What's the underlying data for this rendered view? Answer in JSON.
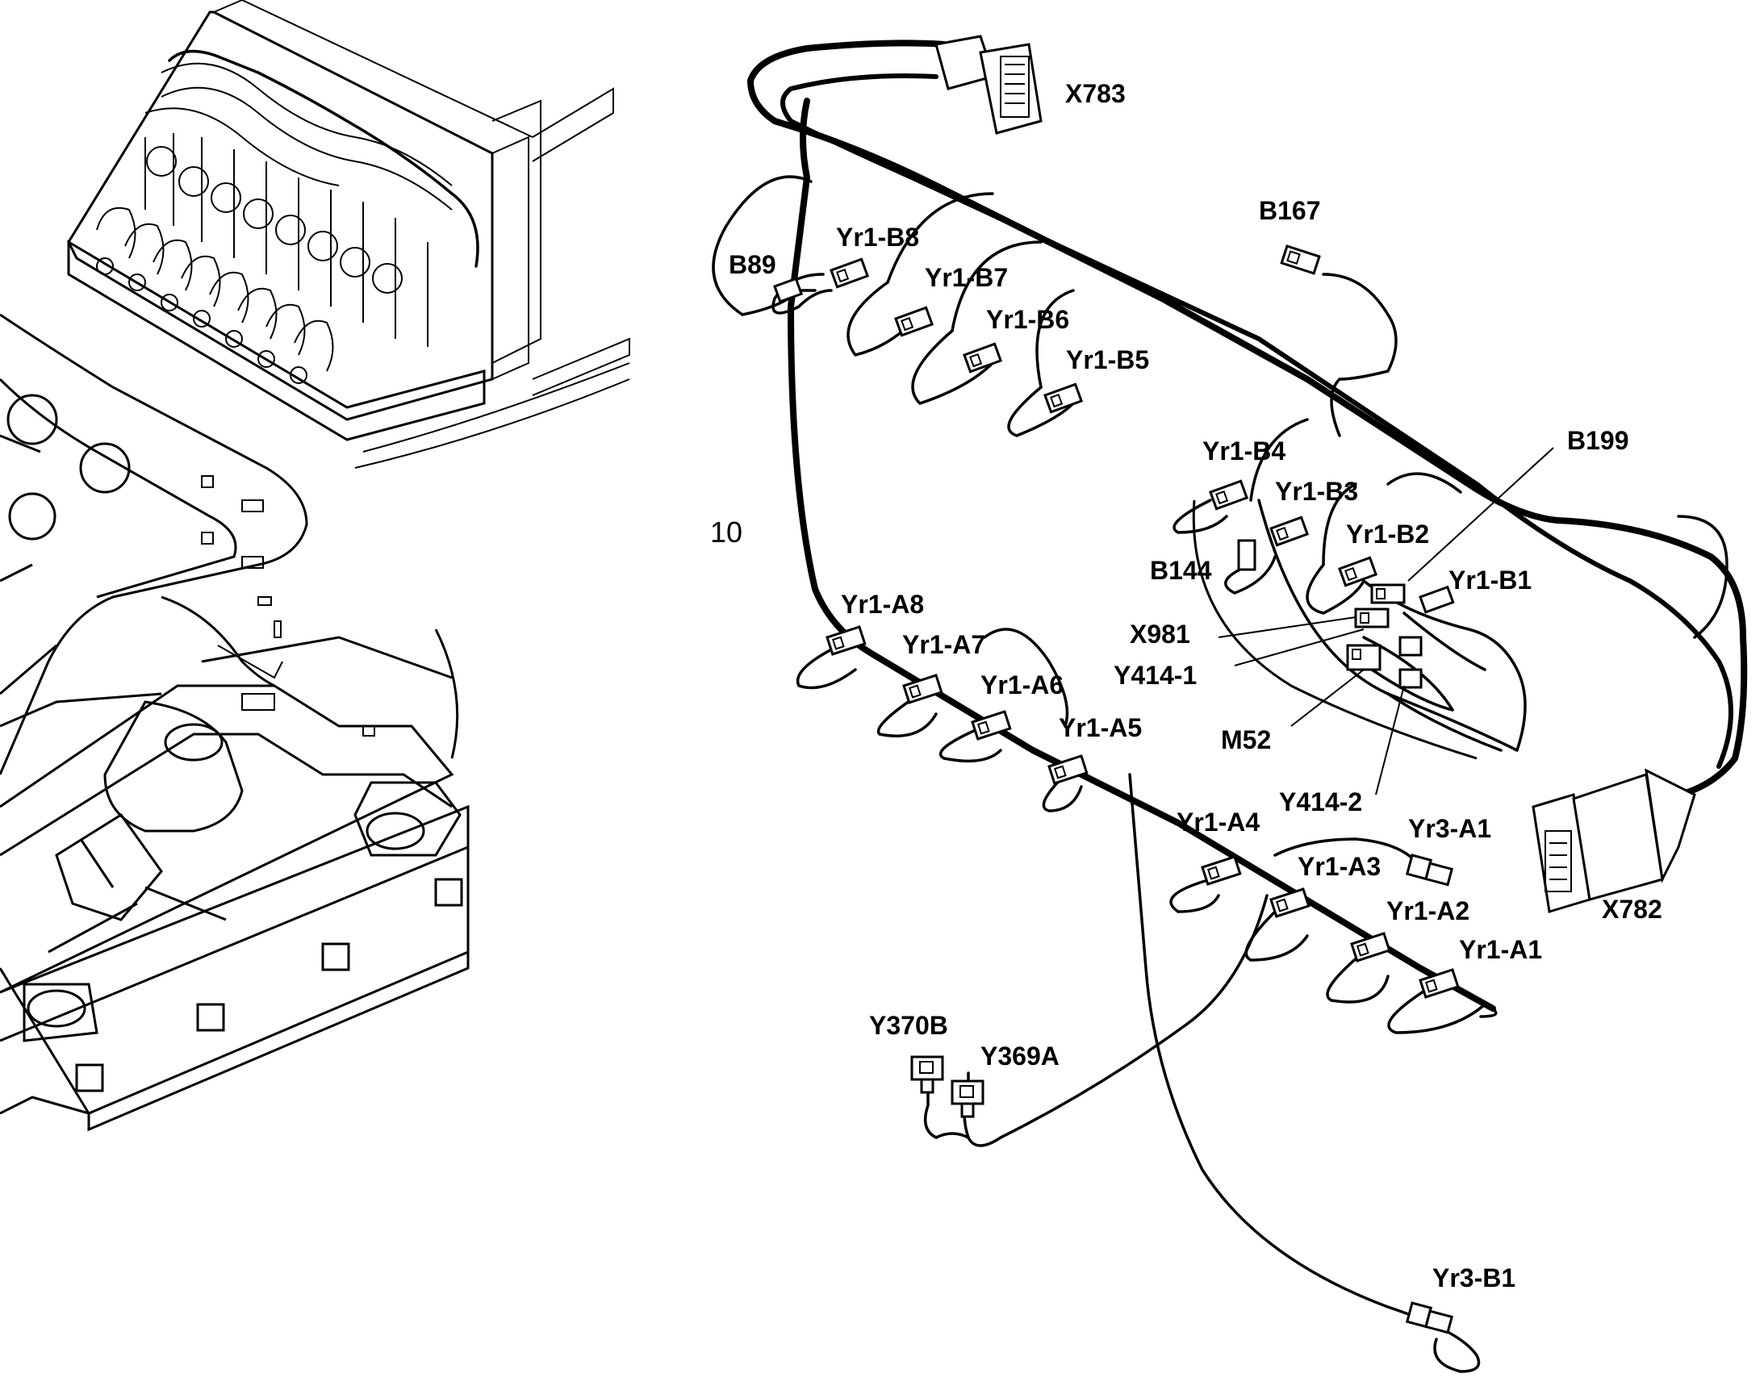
{
  "diagram": {
    "index_number": "10",
    "components": {
      "x783": "X783",
      "b167": "B167",
      "b89": "B89",
      "yr1_b8": "Yr1-B8",
      "yr1_b7": "Yr1-B7",
      "yr1_b6": "Yr1-B6",
      "yr1_b5": "Yr1-B5",
      "yr1_b4": "Yr1-B4",
      "b199": "B199",
      "yr1_b3": "Yr1-B3",
      "yr1_b2": "Yr1-B2",
      "b144": "B144",
      "yr1_b1": "Yr1-B1",
      "x981": "X981",
      "y414_1": "Y414-1",
      "m52": "M52",
      "yr1_a8": "Yr1-A8",
      "yr1_a7": "Yr1-A7",
      "yr1_a6": "Yr1-A6",
      "yr1_a5": "Yr1-A5",
      "yr1_a4": "Yr1-A4",
      "y414_2": "Y414-2",
      "yr3_a1": "Yr3-A1",
      "yr1_a3": "Yr1-A3",
      "yr1_a2": "Yr1-A2",
      "yr1_a1": "Yr1-A1",
      "x782": "X782",
      "y370b": "Y370B",
      "y369a": "Y369A",
      "yr3_b1": "Yr3-B1"
    }
  }
}
